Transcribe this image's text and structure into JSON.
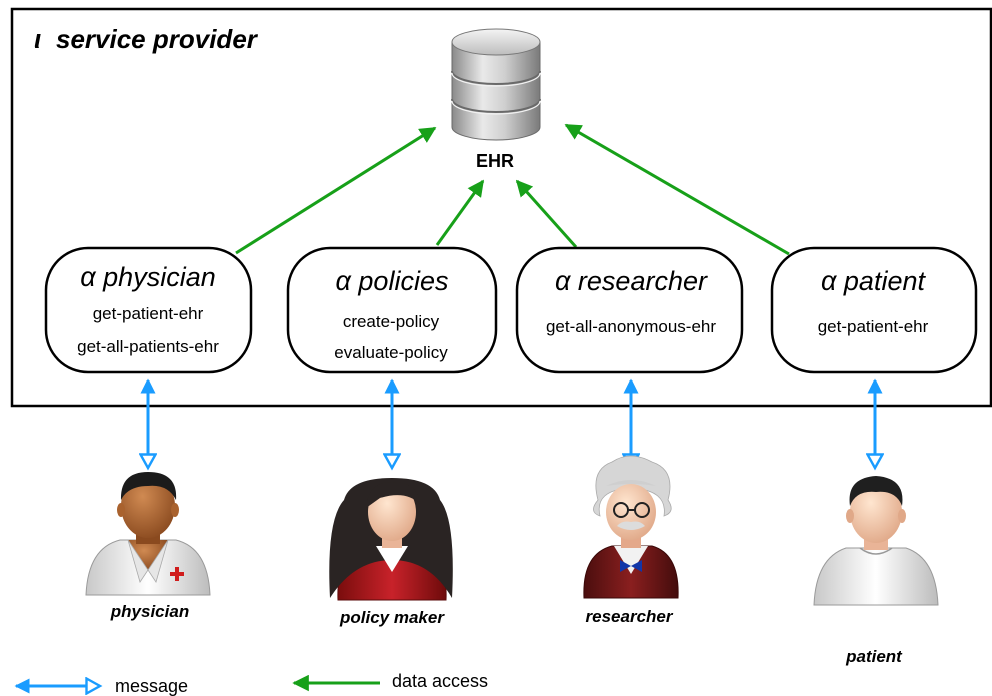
{
  "provider": {
    "symbol": "ι",
    "label": "service provider"
  },
  "datastore": {
    "label": "EHR",
    "icon": "database-icon"
  },
  "agents": [
    {
      "id": "physician",
      "title": "α physician",
      "items": [
        "get-patient-ehr",
        "get-all-patients-ehr"
      ]
    },
    {
      "id": "policies",
      "title": "α policies",
      "items": [
        "create-policy",
        "evaluate-policy"
      ]
    },
    {
      "id": "researcher",
      "title": "α researcher",
      "items": [
        "get-all-anonymous-ehr"
      ]
    },
    {
      "id": "patient",
      "title": "α patient",
      "items": [
        "get-patient-ehr"
      ]
    }
  ],
  "actors": [
    {
      "id": "physician",
      "label": "physician",
      "icon": "doctor-avatar-icon"
    },
    {
      "id": "policy-maker",
      "label": "policy maker",
      "icon": "woman-avatar-icon"
    },
    {
      "id": "researcher",
      "label": "researcher",
      "icon": "scientist-avatar-icon"
    },
    {
      "id": "patient",
      "label": "patient",
      "icon": "man-avatar-icon"
    }
  ],
  "legend": {
    "message": "message",
    "data_access": "data access"
  },
  "colors": {
    "message": "#1a9cff",
    "data_access": "#17a019",
    "border": "#000000"
  }
}
